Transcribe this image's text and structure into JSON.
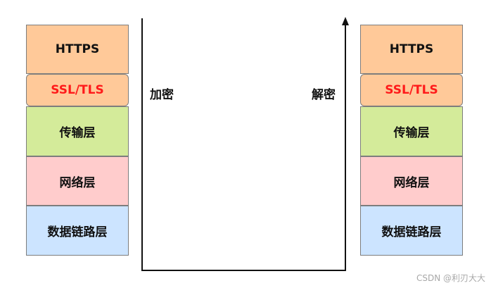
{
  "left_stack": {
    "layers": [
      {
        "label": "HTTPS"
      },
      {
        "label": "SSL/TLS"
      },
      {
        "label": "传输层"
      },
      {
        "label": "网络层"
      },
      {
        "label": "数据链路层"
      }
    ]
  },
  "right_stack": {
    "layers": [
      {
        "label": "HTTPS"
      },
      {
        "label": "SSL/TLS"
      },
      {
        "label": "传输层"
      },
      {
        "label": "网络层"
      },
      {
        "label": "数据链路层"
      }
    ]
  },
  "flow": {
    "encrypt_label": "加密",
    "decrypt_label": "解密"
  },
  "watermark": "CSDN @利刃大大",
  "colors": {
    "https": "#ffc999",
    "ssl_text": "#ff1a1a",
    "transport": "#d4eb9a",
    "network": "#ffcccc",
    "datalink": "#cce4ff",
    "line": "#111111"
  }
}
